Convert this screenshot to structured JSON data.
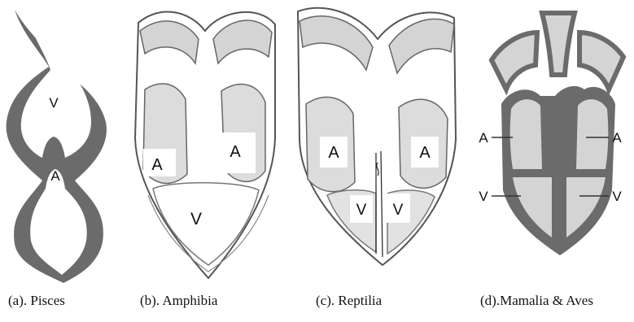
{
  "panels": {
    "pisces": {
      "caption": "(a). Pisces",
      "labels": {
        "ventricle": "V",
        "atrium": "A"
      }
    },
    "amphibia": {
      "caption": "(b). Amphibia",
      "labels": {
        "atrium_left": "A",
        "atrium_right": "A",
        "ventricle": "V"
      }
    },
    "reptilia": {
      "caption": "(c). Reptilia",
      "labels": {
        "atrium_left": "A",
        "atrium_right": "A",
        "ventricle_left": "V",
        "ventricle_right": "V"
      }
    },
    "mammalia_aves": {
      "caption": "(d).Mamalia & Aves",
      "labels": {
        "atrium_left": "A",
        "atrium_right": "A",
        "ventricle_left": "V",
        "ventricle_right": "V"
      }
    }
  },
  "colors": {
    "wall_dark": "#6b6b6b",
    "chamber_light": "#d4d4d4",
    "outline": "#555555",
    "label_box": "#ffffff"
  }
}
